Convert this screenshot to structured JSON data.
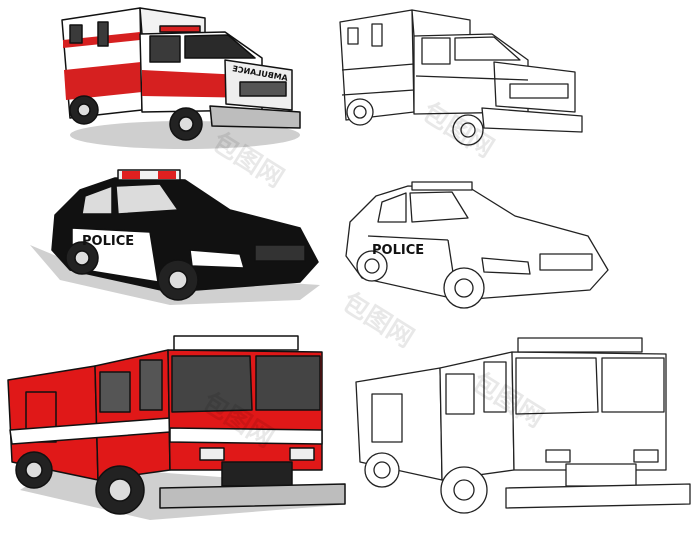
{
  "vehicles": {
    "ambulance_color": {
      "label": "AMBULANCE",
      "body": "#ffffff",
      "stripe": "#d62020",
      "outline": "#111111"
    },
    "ambulance_outline": {
      "label": "",
      "outline": "#222222"
    },
    "police_color": {
      "label": "POLICE",
      "body": "#111111",
      "door": "#ffffff",
      "lights": "#e02020"
    },
    "police_outline": {
      "label": "POLICE",
      "outline": "#222222"
    },
    "firetruck_color": {
      "body": "#e01818",
      "stripe": "#ffffff",
      "bumper": "#bdbdbd"
    },
    "firetruck_outline": {
      "outline": "#222222"
    }
  },
  "watermark": {
    "text": "包图网"
  }
}
